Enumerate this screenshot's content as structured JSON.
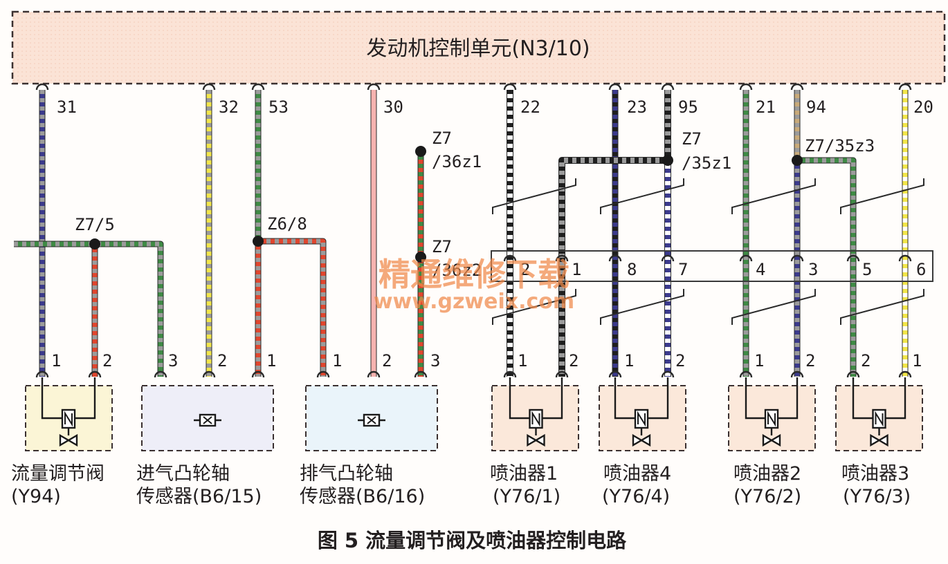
{
  "ecu_label": "发动机控制单元(N3/10)",
  "ecu_pins": [
    "31",
    "32",
    "53",
    "30",
    "22",
    "23",
    "95",
    "21",
    "94",
    "20"
  ],
  "splices": {
    "z7_5": "Z7/5",
    "z6_8": "Z6/8",
    "z7_36z1_a": "Z7",
    "z7_36z1_b": "/36z1",
    "z7_36z2_a": "Z7",
    "z7_36z2_b": "/36z2",
    "z7_35z1_a": "Z7",
    "z7_35z1_b": "/35z1",
    "z7_35z3": "Z7/35z3"
  },
  "connector_pins": [
    "2",
    "1",
    "8",
    "7",
    "4",
    "3",
    "5",
    "6"
  ],
  "component_pins": [
    "1",
    "2",
    "3",
    "2",
    "1",
    "1",
    "2",
    "3",
    "1",
    "2",
    "1",
    "2",
    "1",
    "2",
    "2",
    "1"
  ],
  "components": [
    {
      "line1": "流量调节阀",
      "line2": "(Y94)"
    },
    {
      "line1": "进气凸轮轴",
      "line2": "传感器(B6/15)"
    },
    {
      "line1": "排气凸轮轴",
      "line2": "传感器(B6/16)"
    },
    {
      "line1": "喷油器1",
      "line2": "(Y76/1)"
    },
    {
      "line1": "喷油器4",
      "line2": "(Y76/4)"
    },
    {
      "line1": "喷油器2",
      "line2": "(Y76/2)"
    },
    {
      "line1": "喷油器3",
      "line2": "(Y76/3)"
    }
  ],
  "caption": "图 5   流量调节阀及喷油器控制电路",
  "watermark": {
    "line1": "精通维修下载",
    "line2": "www.gzweix.com"
  },
  "colors": {
    "ecu_fill": "#fbe3d6",
    "blue": "#3b3a8c",
    "green": "#3f8a45",
    "grey": "#9b9b9b",
    "red": "#e0462e",
    "yellow": "#f2e64a",
    "pink": "#f6b3b0",
    "black": "#1e1e1e",
    "tan": "#c8aa7a",
    "white": "#ffffff",
    "valve_box": "#fbf5d6",
    "sensor_box": "#eeeef8",
    "sensor_box2": "#eaf4fa",
    "injector_box": "#fbe8da"
  },
  "icons": [
    "solenoid-valve-icon",
    "hall-sensor-icon",
    "socket-pin-icon",
    "splice-dot-icon"
  ]
}
